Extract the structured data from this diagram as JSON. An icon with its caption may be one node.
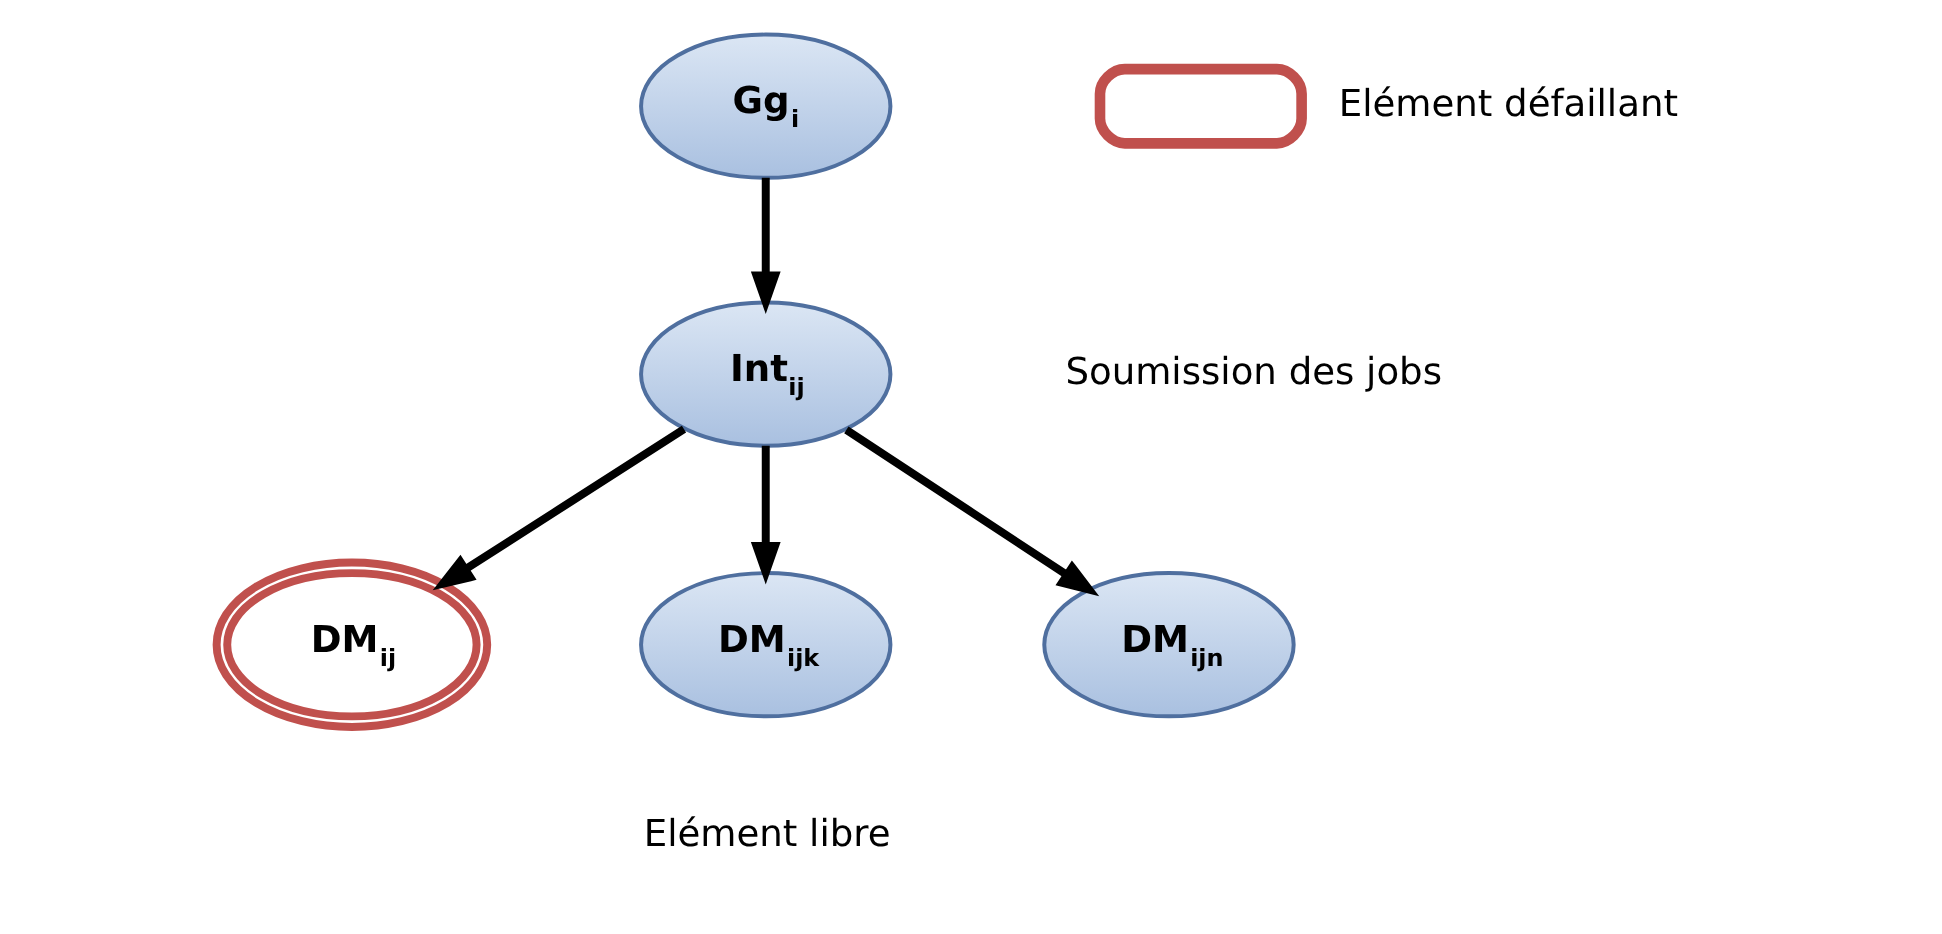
{
  "diagram": {
    "nodes": [
      {
        "text": [
          "Gg$_{i}$"
        ]
      },
      {
        "text": [
          "Int$_{ij}$"
        ]
      },
      {
        "text": [
          "DM$_{ij}$"
        ]
      },
      {
        "text": [
          "DM$_{ijk}$"
        ],
        "beside": [
          "Elément libre"
        ]
      },
      {
        "text": [
          "DM$_{ijn}$"
        ]
      }
    ],
    "edges": [
      {
        "from": 0,
        "to": 1,
        "arrow": "to"
      },
      {
        "from": 1,
        "to": 2,
        "arrow": "to"
      },
      {
        "from": 1,
        "to": 3,
        "arrow": "to"
      },
      {
        "from": 1,
        "to": 4,
        "arrow": "to"
      }
    ],
    "labels": [
      "Soumission des jobs"
    ],
    "legend": [
      {
        "text": "Elément défaillant"
      }
    ]
  }
}
